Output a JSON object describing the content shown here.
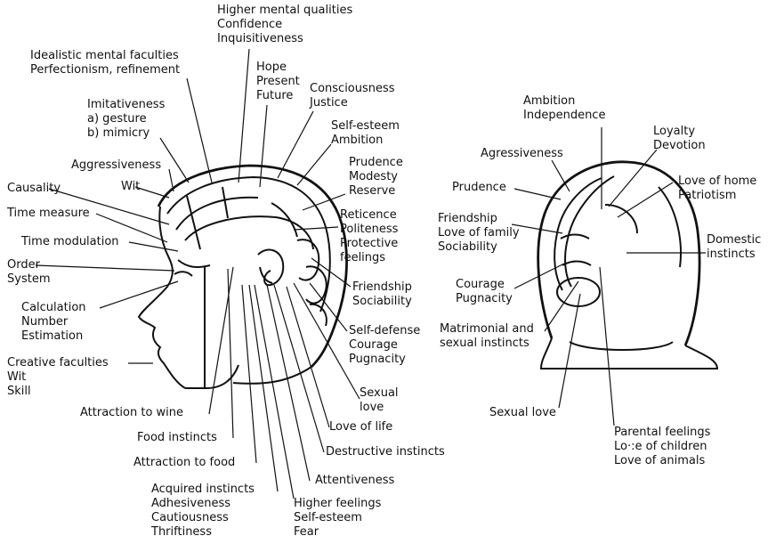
{
  "side_view": {
    "labels": {
      "higher_mental": [
        "Higher mental qualities",
        "Confidence",
        "Inquisitiveness"
      ],
      "idealistic": [
        "Idealistic mental faculties",
        "Perfectionism, refinement"
      ],
      "hope": [
        "Hope",
        "Present",
        "Future"
      ],
      "consciousness": [
        "Consciousness",
        "Justice"
      ],
      "imitativeness": [
        "Imitativeness",
        "a)  gesture",
        "b)  mimicry"
      ],
      "self_esteem_top": [
        "Self-esteem",
        "Ambition"
      ],
      "prudence": [
        "Prudence",
        "Modesty",
        "Reserve"
      ],
      "aggressiveness": [
        "Aggressiveness"
      ],
      "wit": [
        "Wit"
      ],
      "causality": [
        "Causality"
      ],
      "time_measure": [
        "Time measure"
      ],
      "reticence": [
        "Reticence",
        "Politeness",
        "Protective",
        "feelings"
      ],
      "time_modulation": [
        "Time modulation"
      ],
      "order": [
        "Order",
        "System"
      ],
      "friendship": [
        "Friendship",
        "Sociability"
      ],
      "calculation": [
        "Calculation",
        "Number",
        "Estimation"
      ],
      "self_defense": [
        "Self-defense",
        "Courage",
        "Pugnacity"
      ],
      "creative": [
        "Creative faculties",
        "Wit",
        "Skill"
      ],
      "sexual_love": [
        "Sexual",
        "love"
      ],
      "attraction_wine": [
        "Attraction to wine"
      ],
      "love_of_life": [
        "Love of life"
      ],
      "food_instincts": [
        "Food instincts"
      ],
      "destructive": [
        "Destructive instincts"
      ],
      "attraction_food": [
        "Attraction to food"
      ],
      "attentiveness": [
        "Attentiveness"
      ],
      "acquired": [
        "Acquired instincts",
        "Adhesiveness",
        "Cautiousness",
        "Thriftiness"
      ],
      "higher_feelings": [
        "Higher feelings",
        "Self-esteem",
        "Fear"
      ]
    }
  },
  "back_view": {
    "labels": {
      "ambition": [
        "Ambition",
        "Independence"
      ],
      "loyalty": [
        "Loyalty",
        "Devotion"
      ],
      "agressiveness": [
        "Agressiveness"
      ],
      "love_of_home": [
        "Love of home",
        "Patriotism"
      ],
      "prudence": [
        "Prudence"
      ],
      "friendship": [
        "Friendship",
        "Love of family",
        "Sociability"
      ],
      "domestic": [
        "Domestic",
        "instincts"
      ],
      "courage": [
        "Courage",
        "Pugnacity"
      ],
      "matrimonial": [
        "Matrimonial and",
        "sexual instincts"
      ],
      "sexual_love": [
        "Sexual love"
      ],
      "parental": [
        "Parental feelings",
        "Lo·:e of children",
        "Love of animals"
      ]
    }
  }
}
